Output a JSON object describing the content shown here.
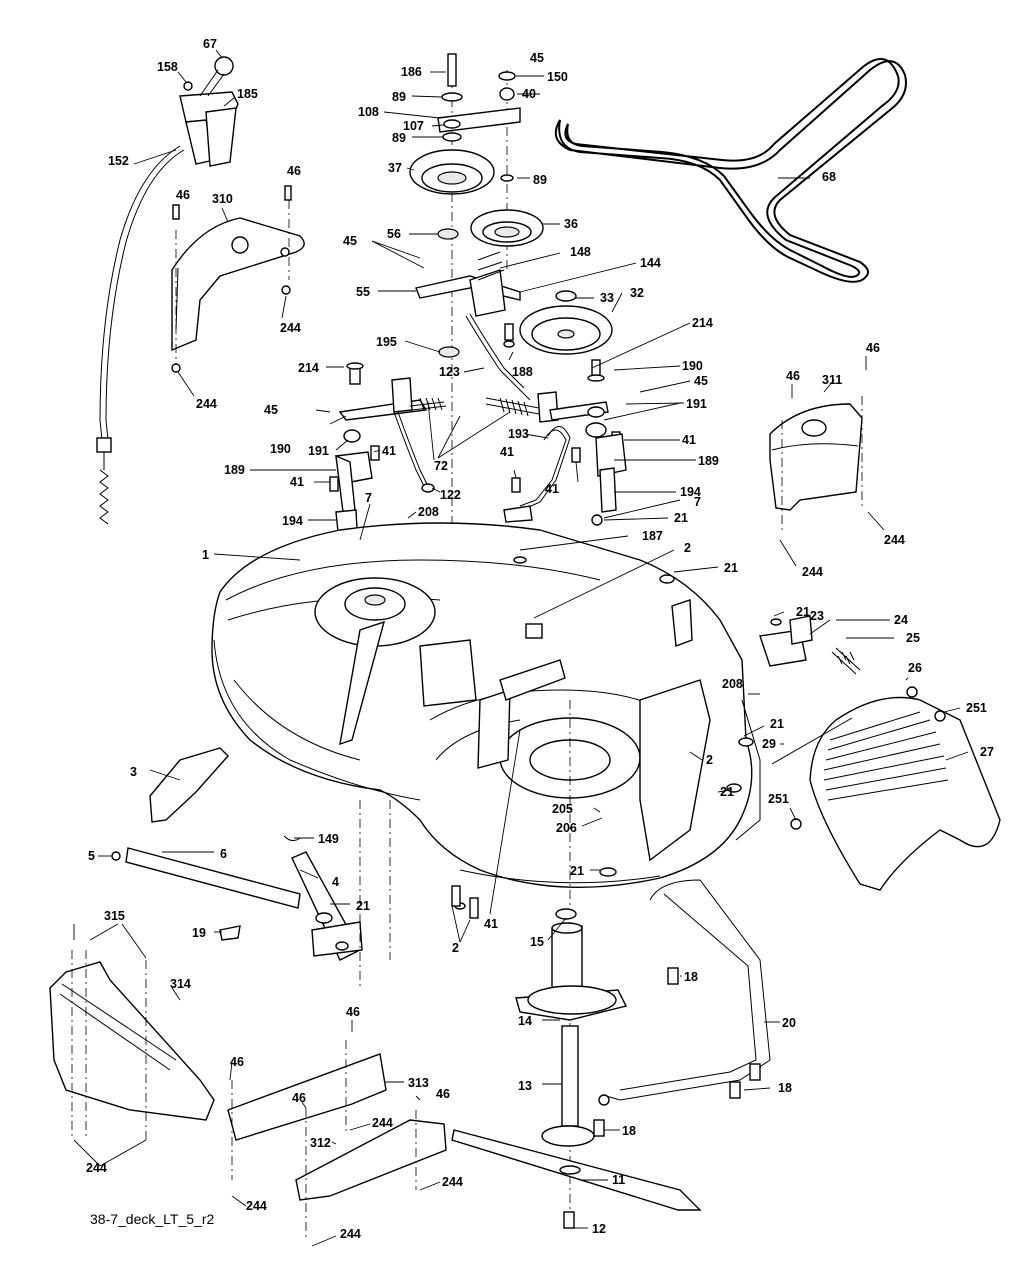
{
  "diagram": {
    "caption": "38-7_deck_LT_5_r2",
    "callouts": {
      "c67": "67",
      "c158": "158",
      "c185": "185",
      "c152": "152",
      "c46a": "46",
      "c46b": "46",
      "c310": "310",
      "c244a": "244",
      "c244b": "244",
      "c186": "186",
      "c45a": "45",
      "c150": "150",
      "c89a": "89",
      "c40": "40",
      "c108": "108",
      "c107": "107",
      "c89b": "89",
      "c37": "37",
      "c89c": "89",
      "c68": "68",
      "c36": "36",
      "c56": "56",
      "c148": "148",
      "c45b": "45",
      "c144": "144",
      "c55": "55",
      "c33": "33",
      "c32": "32",
      "c214a": "214",
      "c195": "195",
      "c188": "188",
      "c123": "123",
      "c214b": "214",
      "c190a": "190",
      "c45c": "45",
      "c45d": "45",
      "c191a": "191",
      "c190b": "190",
      "c191b": "191",
      "c41a": "41",
      "c72": "72",
      "c193": "193",
      "c41b": "41",
      "c189a": "189",
      "c41c": "41",
      "c41d": "41",
      "c189b": "189",
      "c122": "122",
      "c41e": "41",
      "c194a": "194",
      "c7a": "7",
      "c208a": "208",
      "c194b": "194",
      "c7b": "7",
      "c21a": "21",
      "c187": "187",
      "c1": "1",
      "c2a": "2",
      "c21b": "21",
      "c21c": "21",
      "c23": "23",
      "c24": "24",
      "c25": "25",
      "c26": "26",
      "c208b": "208",
      "c251a": "251",
      "c21d": "21",
      "c29": "29",
      "c27": "27",
      "c2b": "2",
      "c3": "3",
      "c21e": "21",
      "c251b": "251",
      "c205": "205",
      "c206": "206",
      "c149": "149",
      "c5": "5",
      "c6": "6",
      "c4": "4",
      "c21f": "21",
      "c19": "19",
      "c41f": "41",
      "c2c": "2",
      "c15": "15",
      "c315": "315",
      "c314": "314",
      "c18a": "18",
      "c14": "14",
      "c20": "20",
      "c46c": "46",
      "c46d": "46",
      "c313": "313",
      "c46e": "46",
      "c46f": "46",
      "c13": "13",
      "c18b": "18",
      "c18c": "18",
      "c244c": "244",
      "c244d": "244",
      "c312": "312",
      "c244e": "244",
      "c11": "11",
      "c244f": "244",
      "c12": "12",
      "c244g": "244",
      "c46g": "46",
      "c311": "311",
      "c46h": "46",
      "c244h": "244",
      "c244i": "244"
    }
  }
}
